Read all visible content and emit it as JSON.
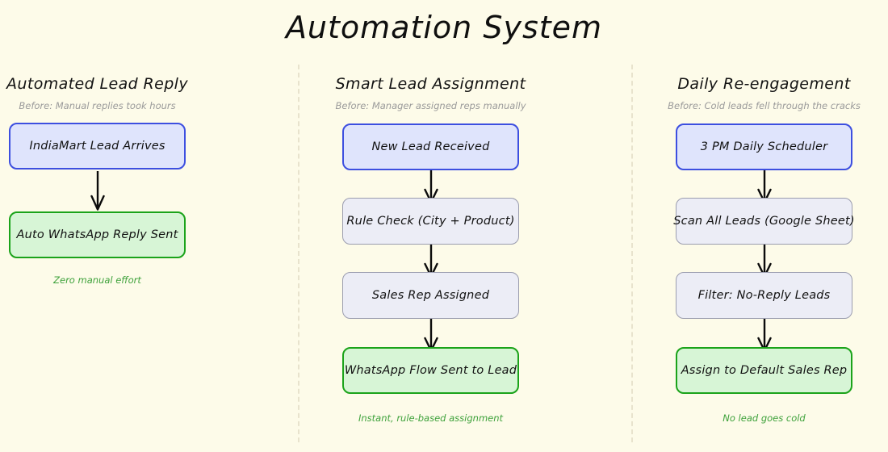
{
  "page": {
    "title": "Automation System",
    "background_color": "#fdfbe9"
  },
  "palette": {
    "start_fill": "#dfe4fc",
    "start_border": "#3d4fe0",
    "step_fill": "#ecedf6",
    "step_border": "#9b9daf",
    "end_fill": "#d7f5d6",
    "end_border": "#1ba31a",
    "caption_text": "#3fa23c",
    "subtitle_text": "#9a9a9a",
    "divider": "#e8e3cd"
  },
  "columns": [
    {
      "title": "Automated Lead Reply",
      "subtitle": "Before: Manual replies took hours",
      "nodes": [
        {
          "label": "IndiaMart Lead Arrives",
          "style": "blue"
        },
        {
          "label": "Auto WhatsApp Reply Sent",
          "style": "green"
        }
      ],
      "caption": "Zero manual effort"
    },
    {
      "title": "Smart Lead Assignment",
      "subtitle": "Before: Manager assigned reps manually",
      "nodes": [
        {
          "label": "New Lead Received",
          "style": "blue"
        },
        {
          "label": "Rule Check (City + Product)",
          "style": "grey"
        },
        {
          "label": "Sales Rep Assigned",
          "style": "grey"
        },
        {
          "label": "WhatsApp Flow Sent to Lead",
          "style": "green"
        }
      ],
      "caption": "Instant, rule-based assignment"
    },
    {
      "title": "Daily Re-engagement",
      "subtitle": "Before: Cold leads fell through the cracks",
      "nodes": [
        {
          "label": "3 PM Daily Scheduler",
          "style": "blue"
        },
        {
          "label": "Scan All Leads (Google Sheet)",
          "style": "grey"
        },
        {
          "label": "Filter: No-Reply Leads",
          "style": "grey"
        },
        {
          "label": "Assign to Default Sales Rep",
          "style": "green"
        }
      ],
      "caption": "No lead goes cold"
    }
  ]
}
